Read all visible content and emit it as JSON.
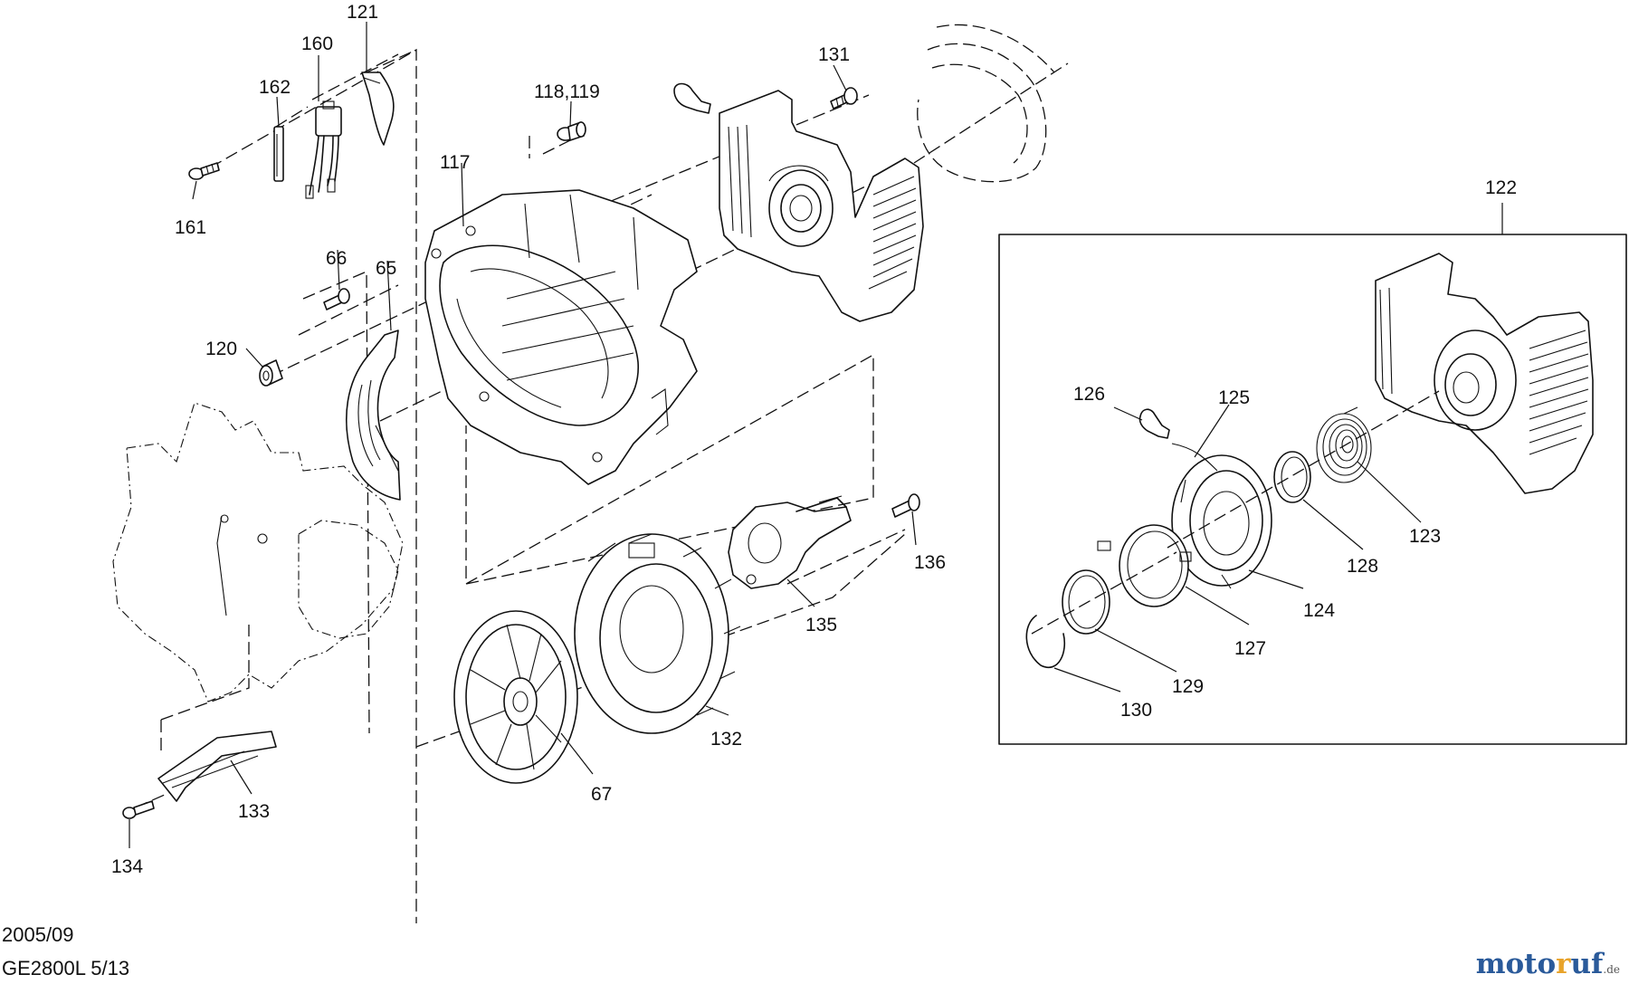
{
  "callouts": [
    {
      "id": "121",
      "text": "121"
    },
    {
      "id": "160",
      "text": "160"
    },
    {
      "id": "162",
      "text": "162"
    },
    {
      "id": "161",
      "text": "161"
    },
    {
      "id": "118_119",
      "text": "118,119"
    },
    {
      "id": "131",
      "text": "131"
    },
    {
      "id": "117",
      "text": "117"
    },
    {
      "id": "66",
      "text": "66"
    },
    {
      "id": "65",
      "text": "65"
    },
    {
      "id": "120",
      "text": "120"
    },
    {
      "id": "122",
      "text": "122"
    },
    {
      "id": "126",
      "text": "126"
    },
    {
      "id": "125",
      "text": "125"
    },
    {
      "id": "123",
      "text": "123"
    },
    {
      "id": "128",
      "text": "128"
    },
    {
      "id": "124",
      "text": "124"
    },
    {
      "id": "127",
      "text": "127"
    },
    {
      "id": "129",
      "text": "129"
    },
    {
      "id": "130",
      "text": "130"
    },
    {
      "id": "136",
      "text": "136"
    },
    {
      "id": "135",
      "text": "135"
    },
    {
      "id": "132",
      "text": "132"
    },
    {
      "id": "67",
      "text": "67"
    },
    {
      "id": "133",
      "text": "133"
    },
    {
      "id": "134",
      "text": "134"
    }
  ],
  "footer": {
    "date": "2005/09",
    "model_page": "GE2800L 5/13"
  },
  "brand": {
    "part1": "moto",
    "part2": "r",
    "part3": "uf",
    "suffix": ".de"
  }
}
